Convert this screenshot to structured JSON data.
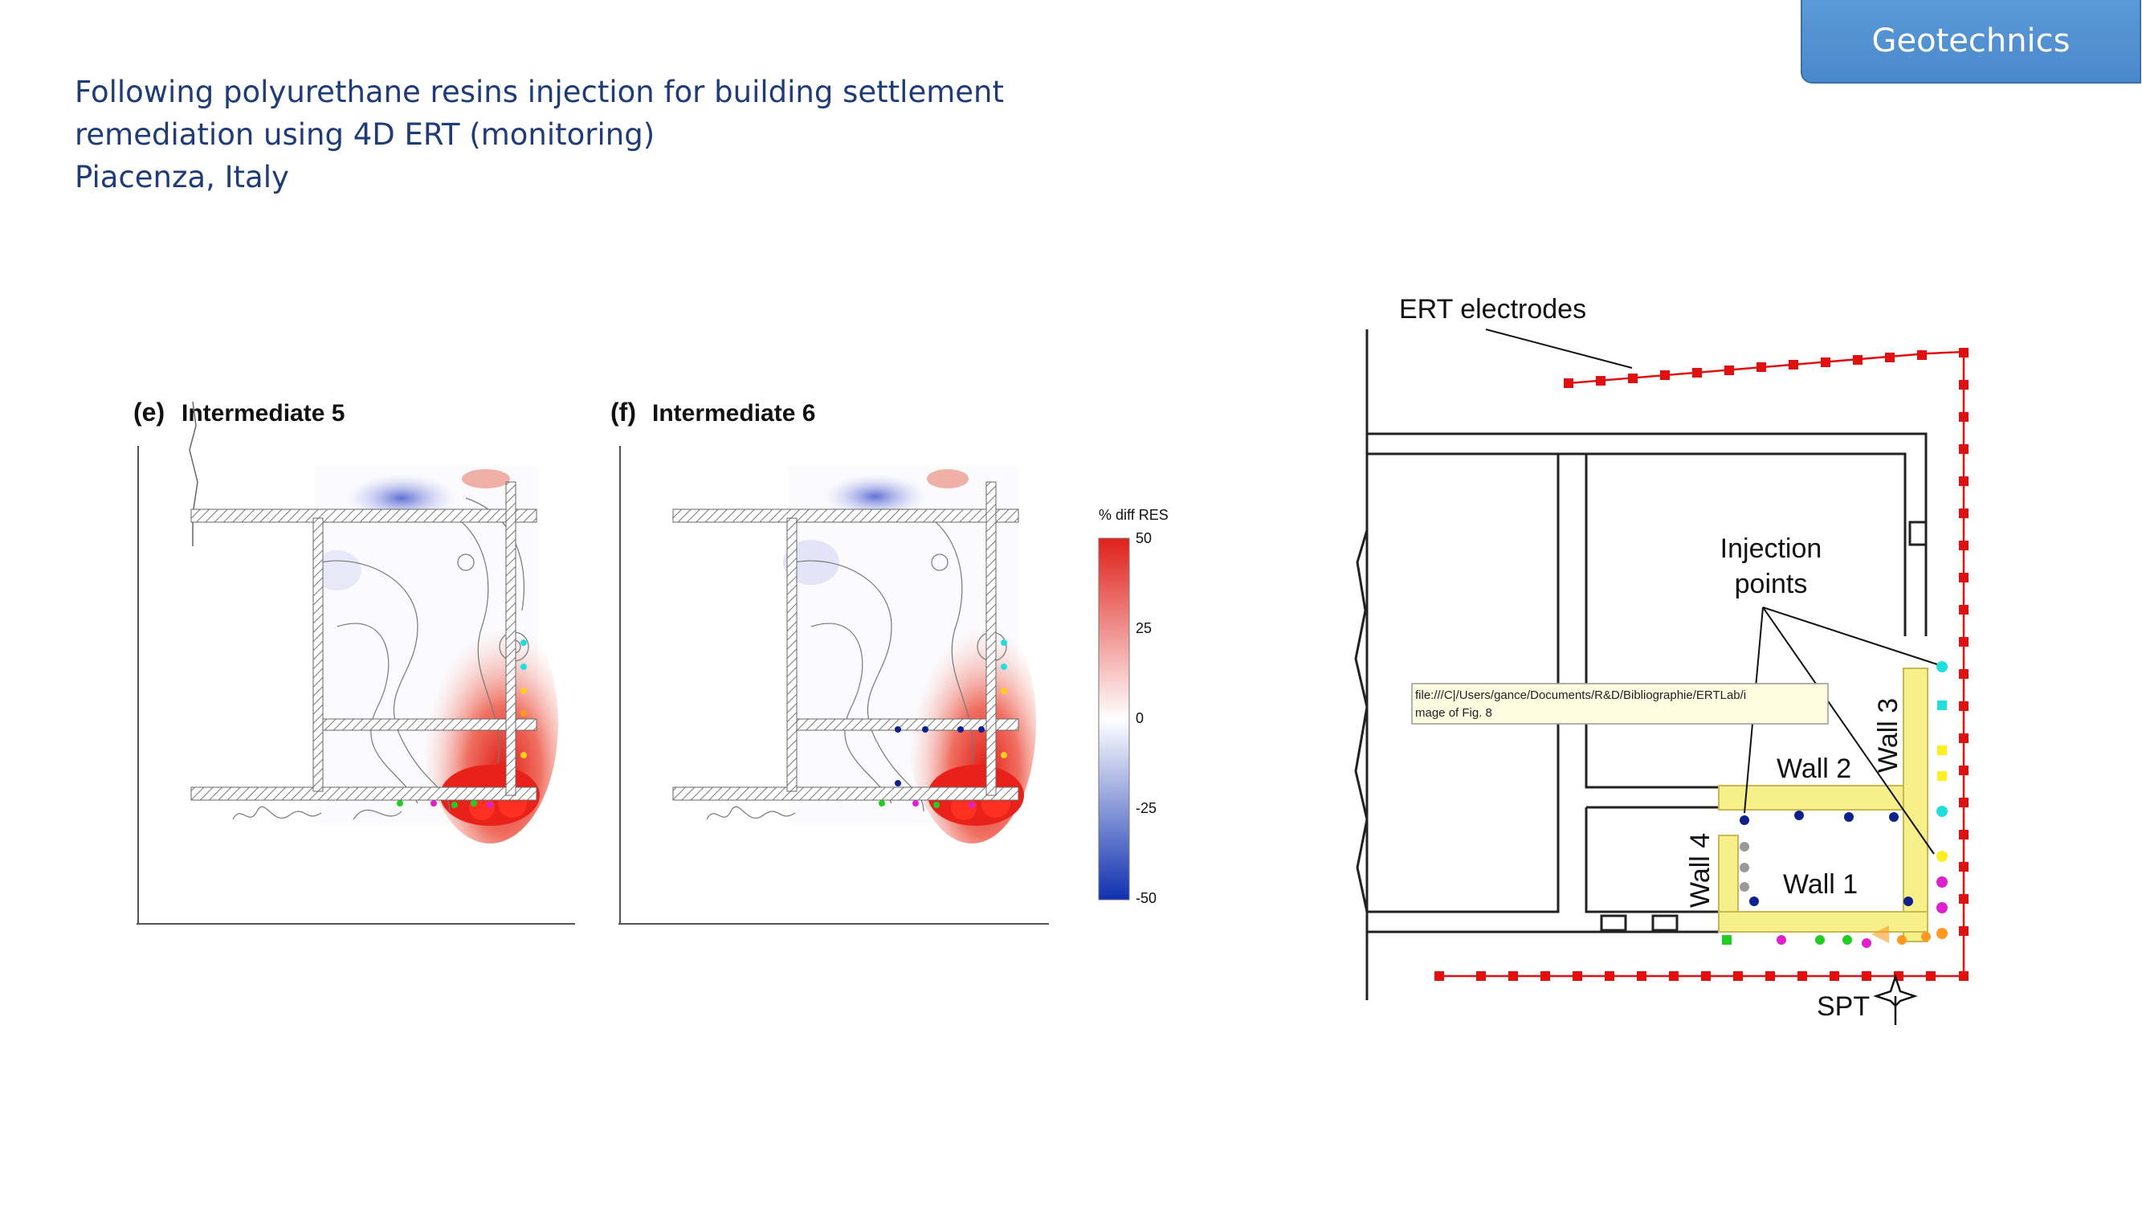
{
  "badge": {
    "label": "Geotechnics"
  },
  "title": {
    "line1": "Following polyurethane resins injection for building settlement",
    "line2": "remediation using 4D ERT (monitoring)",
    "line3": "Piacenza, Italy"
  },
  "panels": [
    {
      "letter": "(e)",
      "name": "Intermediate 5"
    },
    {
      "letter": "(f)",
      "name": "Intermediate 6"
    }
  ],
  "colorbar": {
    "title": "% diff RES",
    "ticks": [
      "50",
      "25",
      "0",
      "-25",
      "-50"
    ],
    "colors": {
      "high": "#e0201a",
      "mid": "#ffffff",
      "low": "#1030b0"
    }
  },
  "plan": {
    "ert_label": "ERT electrodes",
    "injection_label_1": "Injection",
    "injection_label_2": "points",
    "wall1": "Wall 1",
    "wall2": "Wall 2",
    "wall3": "Wall 3",
    "wall4": "Wall 4",
    "spt": "SPT",
    "tooltip_1": "file:///C|/Users/gance/Documents/R&D/Bibliographie/ERTLab/i",
    "tooltip_2": "mage of Fig. 8",
    "colors": {
      "electrode": "#e01010",
      "wall": "#f7f08a",
      "inj_blue": "#10208a"
    }
  }
}
